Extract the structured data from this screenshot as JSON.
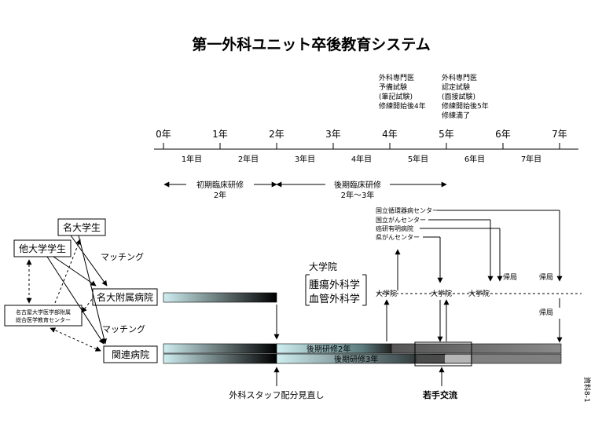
{
  "title": "第一外科ユニット卒後教育システム",
  "exam_notes": {
    "pre": [
      "外科専門医",
      "予備試験",
      "(筆記試験)",
      "修練開始後4年"
    ],
    "cert": [
      "外科専門医",
      "認定試験",
      "(面接試験)",
      "修練開始後5年",
      "修練満了"
    ]
  },
  "timeline": {
    "years": [
      "0年",
      "1年",
      "2年",
      "3年",
      "4年",
      "5年",
      "6年",
      "7年"
    ],
    "year_ordinals": [
      "1年目",
      "2年目",
      "3年目",
      "4年目",
      "5年目",
      "6年目",
      "7年目"
    ]
  },
  "phases": {
    "initial": {
      "label": "初期臨床研修",
      "duration": "2年"
    },
    "later": {
      "label": "後期臨床研修",
      "duration": "2年～3年"
    }
  },
  "institutions": [
    "国立循環器病センター",
    "国立がんセンター",
    "癌研有明病院",
    "県がんセンター"
  ],
  "boxes": {
    "meidai_student": "名大学生",
    "other_student": "他大学学生",
    "training_center": [
      "名古屋大学医学部附属",
      "総合医学教育センター"
    ],
    "meidai_hospital": "名大附属病院",
    "related_hospital": "関連病院"
  },
  "matching_labels": [
    "マッチング",
    "マッチング"
  ],
  "graduate_school": {
    "label": "大学院",
    "specialties": [
      "腫瘍外科学",
      "血管外科学"
    ]
  },
  "bar_labels": {
    "later_2yr": "後期研修2年",
    "later_3yr": "後期研修3年"
  },
  "daigakuin_markers": [
    "大学院",
    "大学院",
    "大学院"
  ],
  "return_labels": [
    "帰局",
    "帰局",
    "帰局"
  ],
  "bottom_labels": {
    "staff_review": "外科スタッフ配分見直し",
    "young_exchange": "若手交流"
  },
  "side_note": "資料8-1",
  "colors": {
    "bar_light": "#cfeef0",
    "bar_dark": "#000000",
    "bar_gray": "#808080",
    "bar_mid_gray": "#8c8c8c"
  }
}
